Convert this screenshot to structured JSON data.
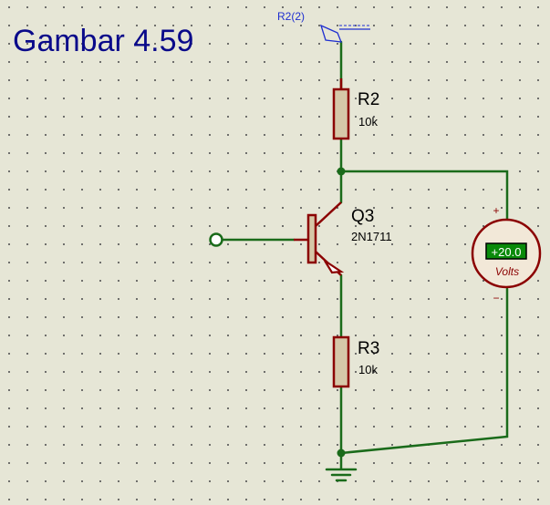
{
  "title": "Gambar 4.59",
  "probe": {
    "label": "R2(2)"
  },
  "components": {
    "r2": {
      "ref": "R2",
      "value": "10k"
    },
    "r3": {
      "ref": "R3",
      "value": "10k"
    },
    "q3": {
      "ref": "Q3",
      "value": "2N1711"
    },
    "voltmeter": {
      "reading": "+20.0",
      "unit": "Volts",
      "plus": "+",
      "minus": "−"
    }
  },
  "colors": {
    "wire": "#1a6b1a",
    "component": "#8b0000",
    "resistor_fill": "#d6c8a8",
    "display_bg": "#0a8a0a",
    "title": "#0a0a8a",
    "probe": "#1f2fd0"
  }
}
